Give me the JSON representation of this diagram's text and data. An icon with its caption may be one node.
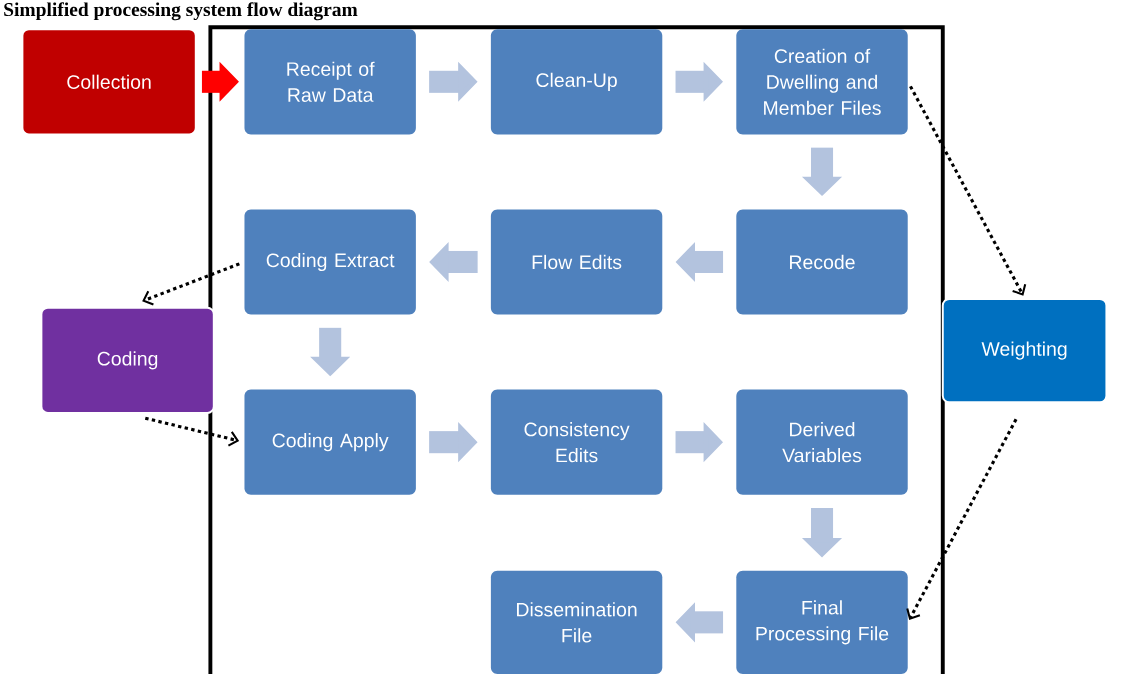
{
  "diagram": {
    "title": "Simplified processing system flow diagram",
    "nodes": [
      {
        "text": [
          "Collection"
        ]
      },
      {
        "text": [],
        "shape": "box"
      },
      {
        "text": [
          "Receipt of Raw Data"
        ],
        "in": 1
      },
      {
        "text": [
          "Clean-Up"
        ],
        "in": 1
      },
      {
        "text": [
          "Creation of Dwelling and Member Files"
        ],
        "in": 1
      },
      {
        "text": [
          "Coding"
        ]
      },
      {
        "text": [
          "Coding Extract"
        ],
        "in": 1
      },
      {
        "text": [
          "Flow Edits"
        ],
        "in": 1
      },
      {
        "text": [
          "Recode"
        ],
        "in": 1
      },
      {
        "text": [
          "Weighting"
        ]
      },
      {
        "text": [
          "Coding Apply"
        ],
        "in": 1
      },
      {
        "text": [
          "Consistency Edits"
        ],
        "in": 1
      },
      {
        "text": [
          "Derived Variables"
        ],
        "in": 1
      },
      {
        "text": [
          "Dissemination File"
        ],
        "in": 1
      },
      {
        "text": [
          "Final Processing File"
        ],
        "in": 1
      }
    ],
    "edges": [
      {
        "from": 0,
        "to": 2,
        "arrow": "to",
        "color": "#ff0000"
      },
      {
        "from": 2,
        "to": 3,
        "arrow": "to"
      },
      {
        "from": 3,
        "to": 4,
        "arrow": "to"
      },
      {
        "from": 4,
        "to": 8,
        "arrow": "to"
      },
      {
        "from": 8,
        "to": 7,
        "arrow": "to"
      },
      {
        "from": 7,
        "to": 6,
        "arrow": "to"
      },
      {
        "from": 6,
        "to": 10,
        "arrow": "to"
      },
      {
        "from": 10,
        "to": 11,
        "arrow": "to"
      },
      {
        "from": 11,
        "to": 12,
        "arrow": "to"
      },
      {
        "from": 12,
        "to": 14,
        "arrow": "to"
      },
      {
        "from": 14,
        "to": 13,
        "arrow": "to"
      },
      {
        "from": 6,
        "to": 5,
        "arrow": "to",
        "style": "dashed",
        "color": "#000000"
      },
      {
        "from": 5,
        "to": 10,
        "arrow": "to",
        "style": "dashed",
        "color": "#000000"
      },
      {
        "from": 4,
        "to": 9,
        "arrow": "to",
        "style": "dashed",
        "color": "#000000"
      },
      {
        "from": 9,
        "to": 14,
        "arrow": "to",
        "style": "dashed",
        "color": "#000000"
      }
    ]
  }
}
